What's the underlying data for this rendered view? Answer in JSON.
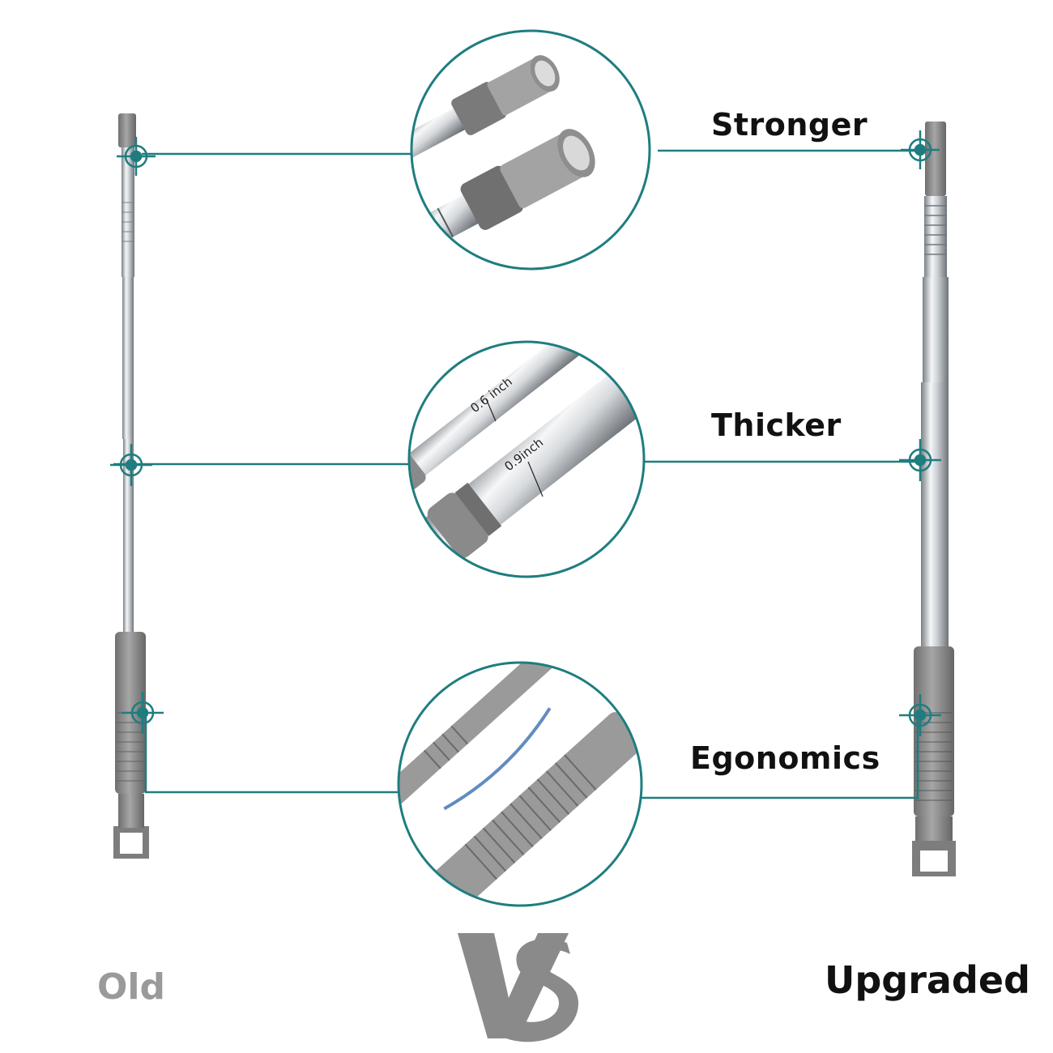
{
  "colors": {
    "accent_teal": "#1f7d7f",
    "steel_light": "#eef0f2",
    "steel_dark": "#6f757b",
    "grip_gray": "#8c8c8c",
    "old_label": "#9a9a9a",
    "vs_gray": "#8a8a8a",
    "text_dark": "#111111"
  },
  "features": [
    {
      "label": "Stronger",
      "icon": "crosshair-icon"
    },
    {
      "label": "Thicker",
      "icon": "crosshair-icon"
    },
    {
      "label": "Egonomics",
      "icon": "crosshair-icon"
    }
  ],
  "measurements": {
    "thin": "0.6 inch",
    "thick": "0.9inch"
  },
  "comparison": {
    "left_label": "Old",
    "right_label": "Upgraded",
    "vs_letters": "VS"
  }
}
